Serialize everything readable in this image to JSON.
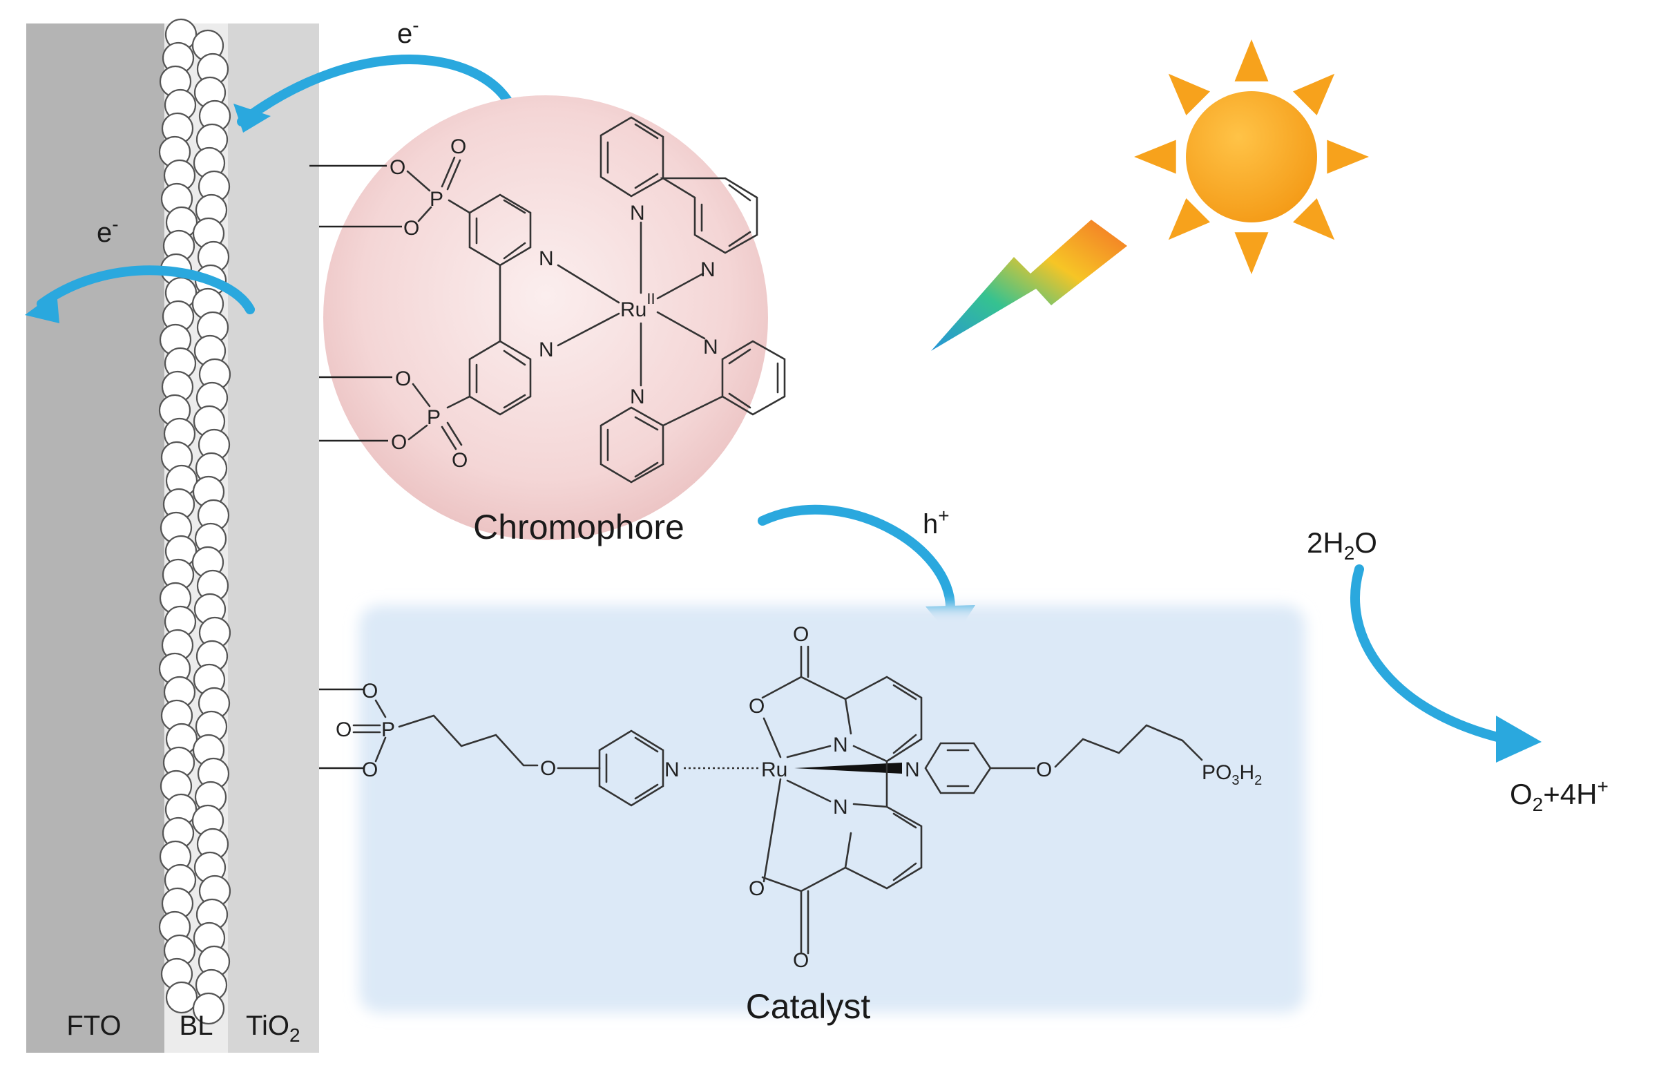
{
  "layers": {
    "fto": "FTO",
    "bl": "BL",
    "tio2": "TiO",
    "tio2_sub": "2"
  },
  "electron": {
    "label": "e",
    "sup": "-"
  },
  "hole": {
    "label": "h",
    "sup": "+"
  },
  "chromophore": {
    "label": "Chromophore",
    "metal": "Ru",
    "oxidation": "II",
    "nitrogen": "N",
    "oxygen": "O",
    "phosphorus": "P"
  },
  "catalyst": {
    "label": "Catalyst",
    "metal": "Ru",
    "phosphonic_acid": {
      "main": "PO",
      "sub1": "3",
      "mid": "H",
      "sub2": "2"
    }
  },
  "water": {
    "coef": "2H",
    "sub": "2",
    "tail": "O"
  },
  "products": {
    "o": "O",
    "sub": "2",
    "rest": "+4H",
    "sup": "+"
  },
  "colors": {
    "fto": "#b4b4b4",
    "bl": "#ececec",
    "tio2": "#d6d6d6",
    "arrow": "#2aa8de",
    "sun": "#f7a21c",
    "chromophore_bg": "#f3d4d4",
    "catalyst_bg": "#dce9f7"
  }
}
